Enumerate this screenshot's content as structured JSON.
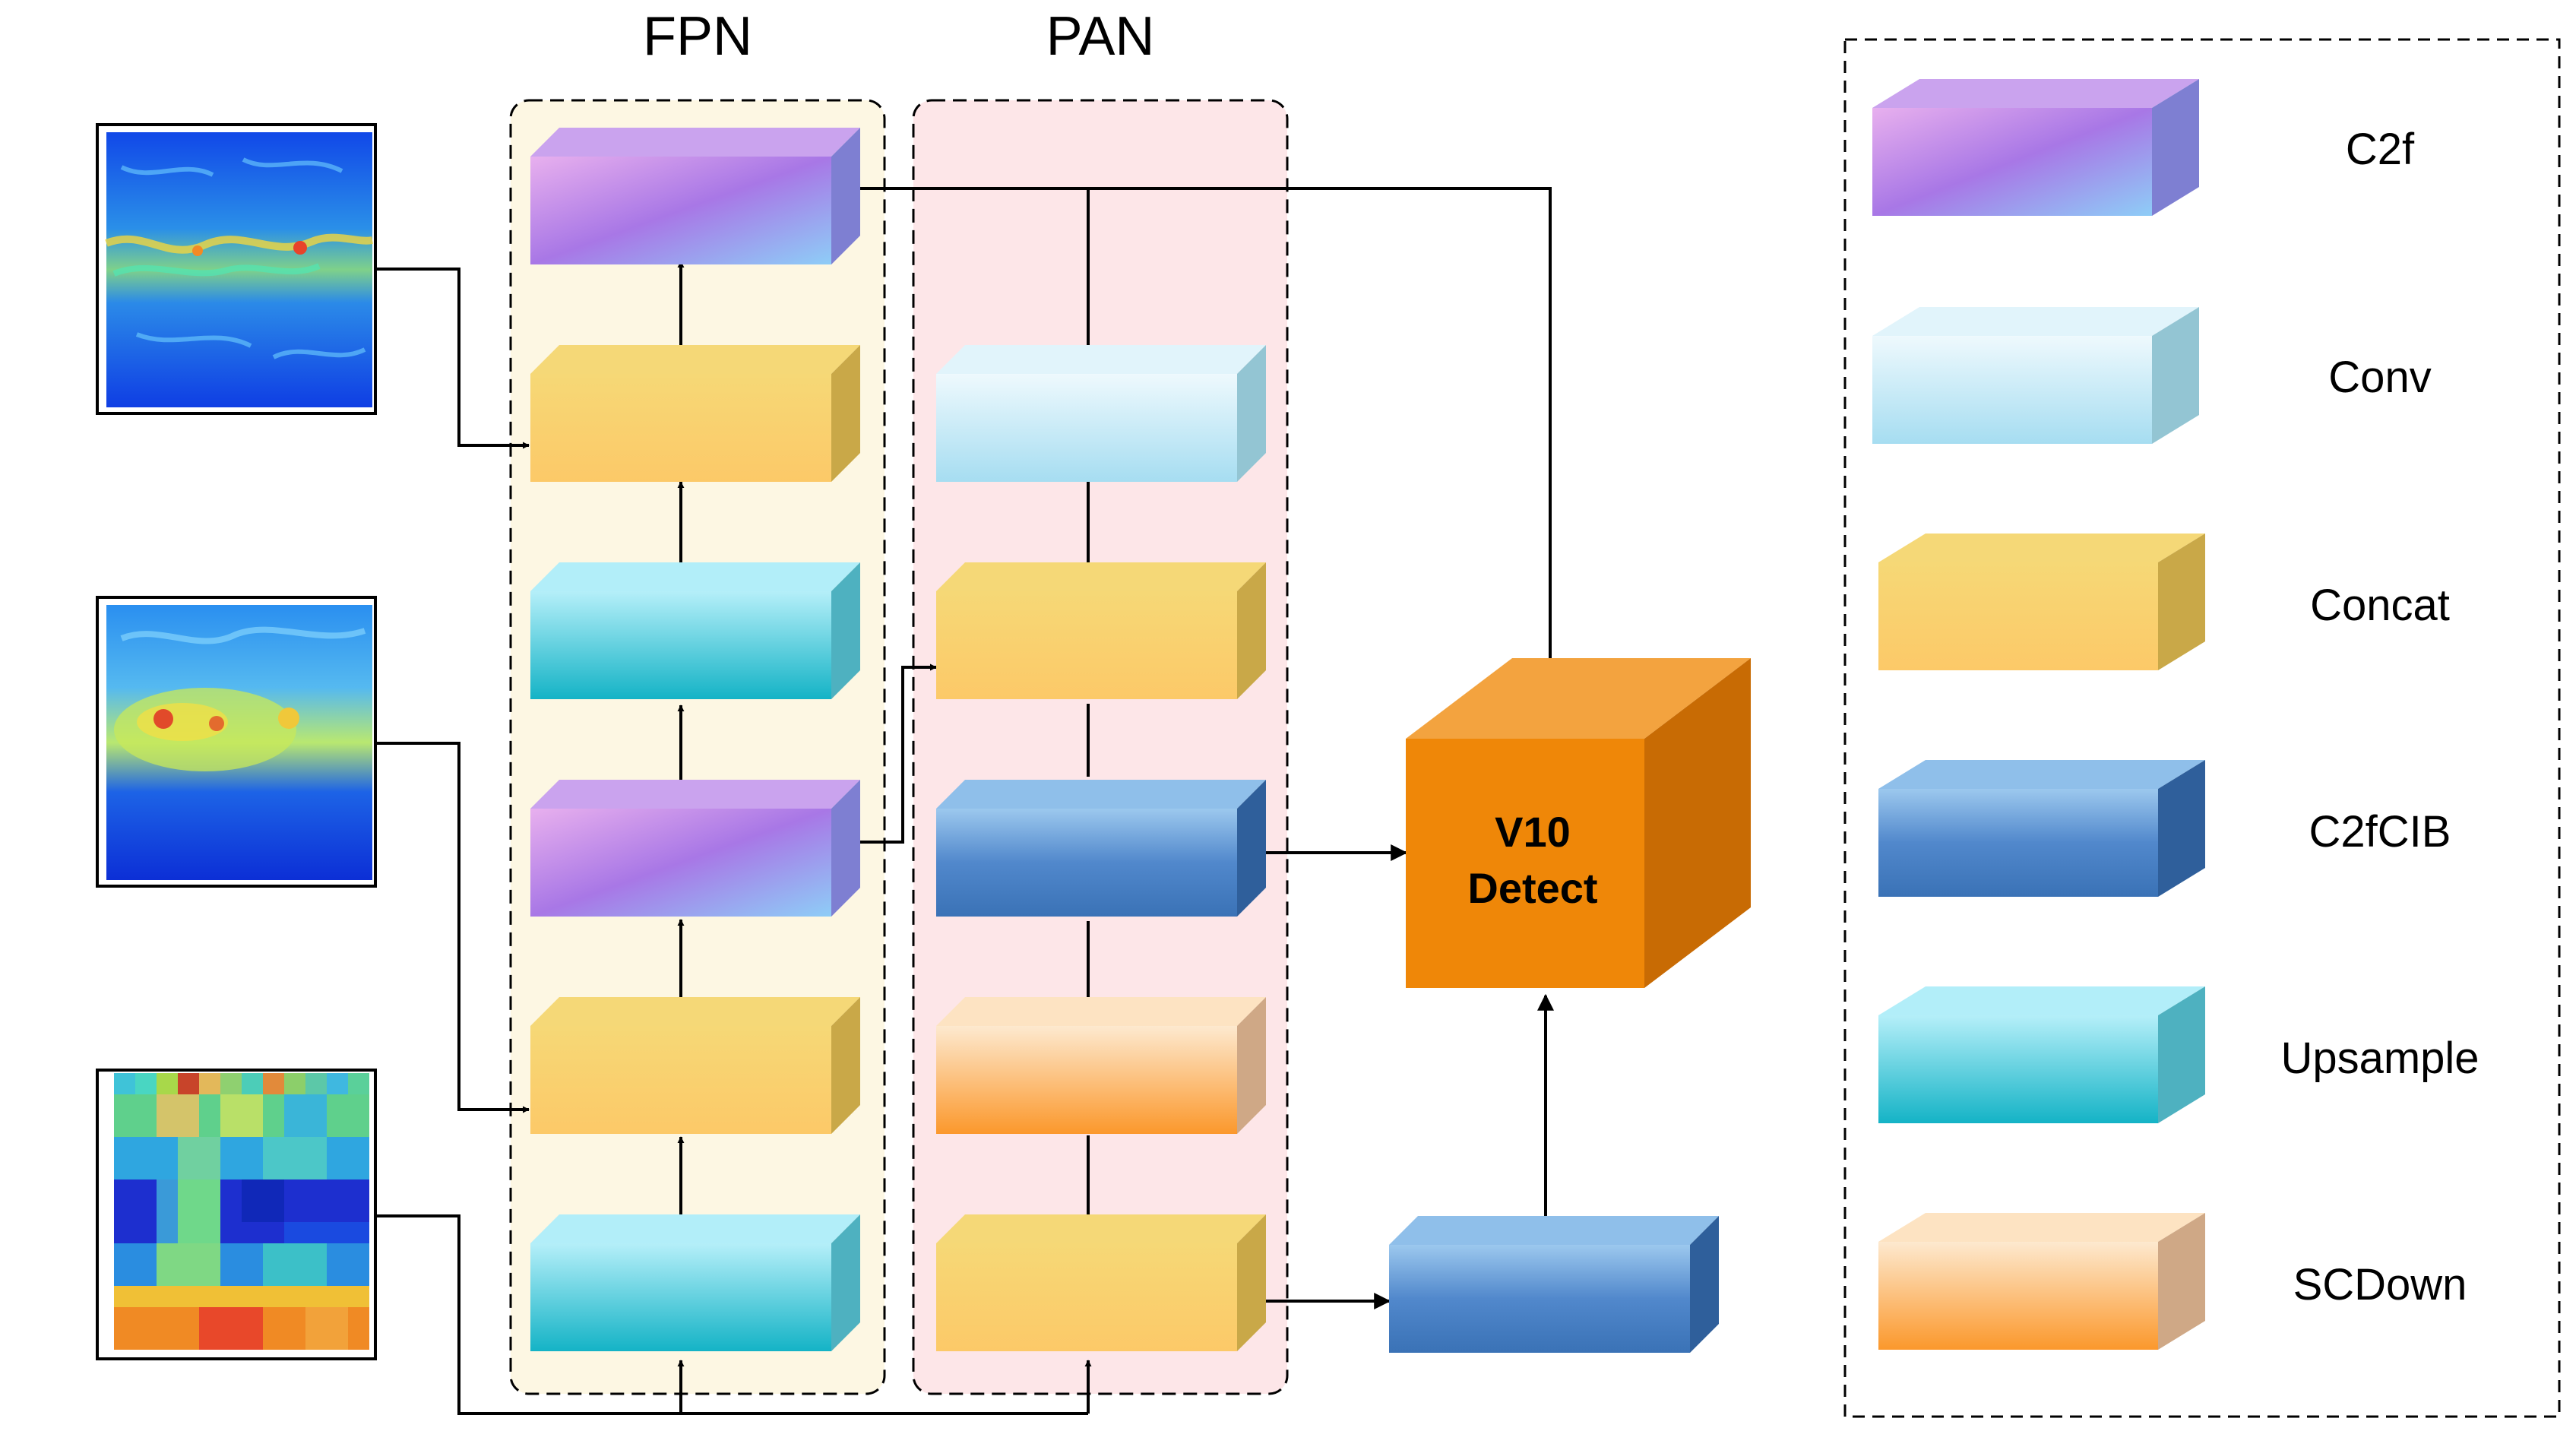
{
  "panels": {
    "fpn_title": "FPN",
    "pan_title": "PAN"
  },
  "detect": {
    "line1": "V10",
    "line2": "Detect"
  },
  "legend": {
    "items": [
      {
        "type": "c2f",
        "label": "C2f"
      },
      {
        "type": "conv",
        "label": "Conv"
      },
      {
        "type": "concat",
        "label": "Concat"
      },
      {
        "type": "c2fcib",
        "label": "C2fCIB"
      },
      {
        "type": "upsample",
        "label": "Upsample"
      },
      {
        "type": "scdown",
        "label": "SCDown"
      }
    ]
  },
  "fpn_blocks": [
    "c2f",
    "concat",
    "upsample",
    "c2f",
    "concat",
    "upsample"
  ],
  "pan_blocks": [
    "conv",
    "concat",
    "c2fcib",
    "scdown",
    "concat"
  ],
  "extra_block": "c2fcib",
  "colors": {
    "fpn_bg": "#fdf7e3",
    "pan_bg": "#fde6e8",
    "detect_front": "#ef8708",
    "detect_top": "#f3a33f",
    "detect_side": "#c86b04",
    "c2f": [
      "#e8b0ee",
      "#9f6fe3",
      "#8ecdf7"
    ],
    "conv": [
      "#e8f7fc",
      "#a8def2"
    ],
    "concat": [
      "#f4d470",
      "#fccb6a"
    ],
    "c2fcib": [
      "#95c3ec",
      "#3b74b9"
    ],
    "upsample": [
      "#a9ecf8",
      "#1cb7c9"
    ],
    "scdown": [
      "#fde5c6",
      "#fb9c35"
    ]
  }
}
